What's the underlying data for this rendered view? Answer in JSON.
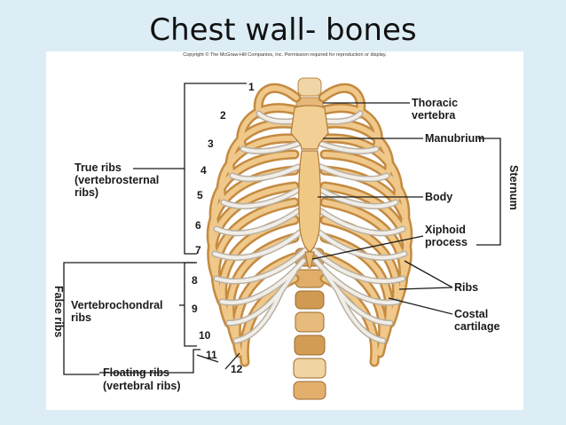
{
  "slide": {
    "title": "Chest wall- bones"
  },
  "figure": {
    "copyright": "Copyright © The McGraw-Hill Companies, Inc. Permission required for reproduction or display.",
    "labels": {
      "thoracic_vertebra": [
        "Thoracic",
        "vertebra"
      ],
      "manubrium": "Manubrium",
      "body": "Body",
      "xiphoid_process": [
        "Xiphoid",
        "process"
      ],
      "sternum": "Sternum",
      "ribs": "Ribs",
      "costal_cartilage": [
        "Costal",
        "cartilage"
      ],
      "true_ribs": [
        "True ribs",
        "(vertebrosternal",
        "ribs)"
      ],
      "vertebrochondral_ribs": [
        "Vertebrochondral",
        "ribs"
      ],
      "false_ribs": "False ribs",
      "floating_ribs": [
        "Floating ribs",
        "(vertebral ribs)"
      ]
    },
    "rib_numbers": [
      "1",
      "2",
      "3",
      "4",
      "5",
      "6",
      "7",
      "8",
      "9",
      "10",
      "11",
      "12"
    ],
    "colors": {
      "bone": "#e8b873",
      "bone_dark": "#c4893f",
      "cartilage": "#eeeae2",
      "vertebra": "#d9a35a"
    }
  }
}
